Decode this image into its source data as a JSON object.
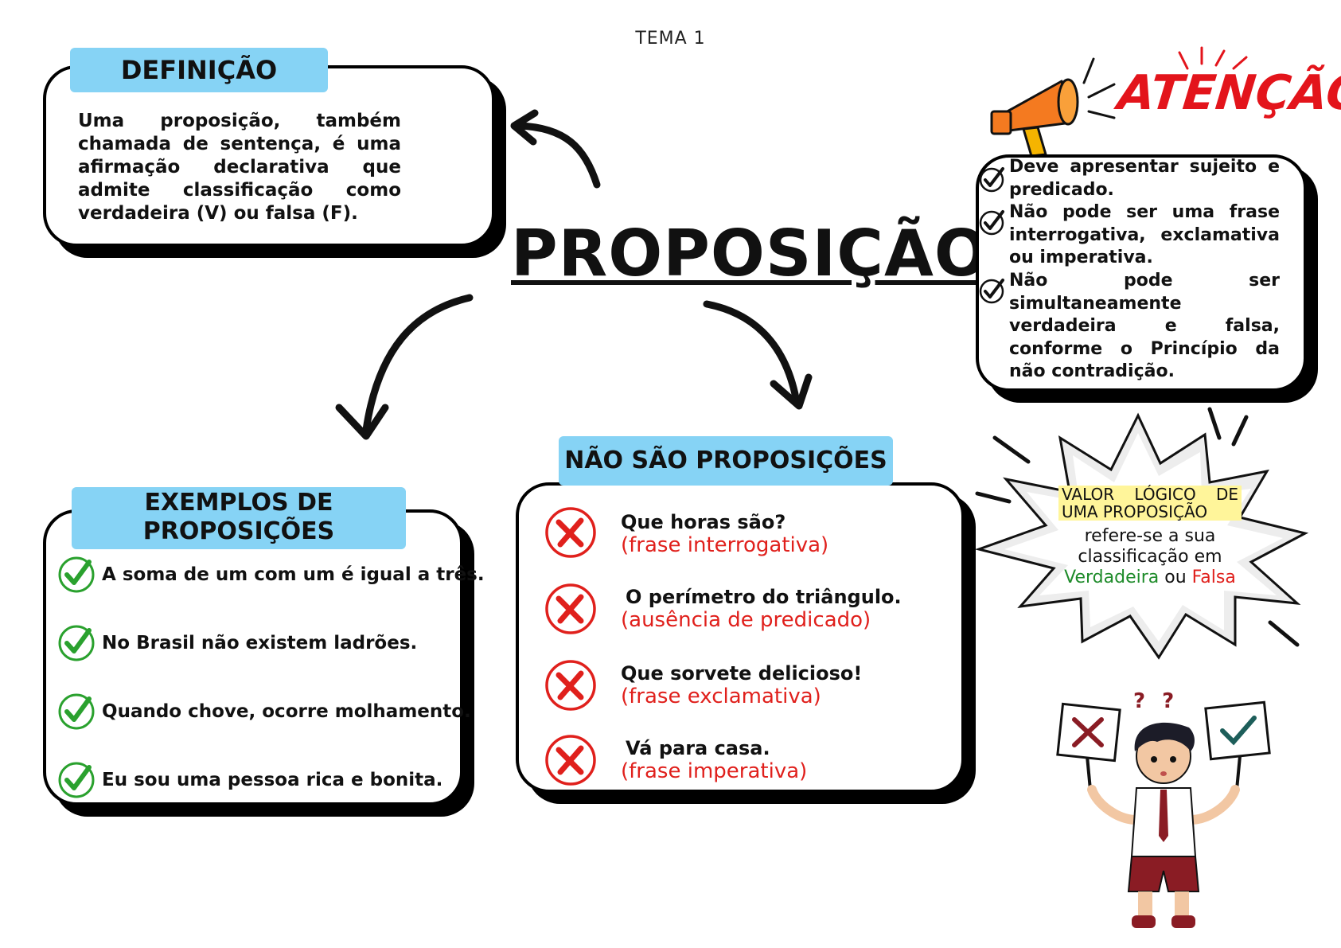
{
  "topic": "TEMA 1",
  "title": "PROPOSIÇÃO",
  "definition": {
    "heading": "DEFINIÇÃO",
    "text": "Uma proposição, também chamada de sentença, é uma afirmação declarativa que admite classificação como verdadeira (V) ou falsa (F)."
  },
  "examples": {
    "heading_line1": "EXEMPLOS DE",
    "heading_line2": "PROPOSIÇÕES",
    "items": [
      "A soma de um com um é igual a três.",
      "No Brasil não existem ladrões.",
      "Quando chove, ocorre molhamento.",
      "Eu sou uma pessoa rica e bonita."
    ]
  },
  "non_propositions": {
    "heading": "NÃO SÃO PROPOSIÇÕES",
    "items": [
      {
        "sentence": "Que horas são?",
        "reason": "(frase interrogativa)"
      },
      {
        "sentence": "O perímetro do triângulo.",
        "reason": "(ausência de predicado)"
      },
      {
        "sentence": "Que sorvete delicioso!",
        "reason": "(frase exclamativa)"
      },
      {
        "sentence": "Vá para casa.",
        "reason": "(frase imperativa)"
      }
    ]
  },
  "attention": {
    "label": "ATENÇÃO!",
    "items": [
      "Deve apresentar sujeito e predicado.",
      "Não pode ser uma frase interrogativa, exclamativa ou imperativa.",
      "Não pode ser simultaneamente verdadeira e falsa, conforme o Princípio da não contradição."
    ]
  },
  "logical_value": {
    "heading": "VALOR LÓGICO DE UMA PROPOSIÇÃO",
    "text_part1": "refere-se a sua classificação em",
    "true_word": "Verdadeira",
    "connector": "ou",
    "false_word": "Falsa"
  },
  "illustration_marks": "? ?",
  "colors": {
    "tab": "#86d3f5",
    "check_green": "#2aa12e",
    "cross_red": "#e0201c",
    "attention_red": "#e3141b",
    "highlight_yellow": "#fff59a"
  }
}
